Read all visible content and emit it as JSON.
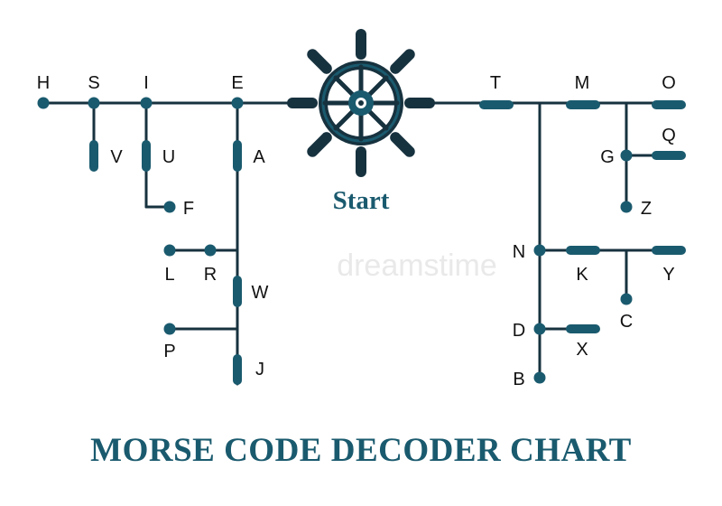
{
  "title": "MORSE CODE DECODER CHART",
  "start_label": "Start",
  "watermark": "dreamstime",
  "colors": {
    "accent": "#1a5a6e",
    "line": "#17323f",
    "text": "#111111"
  },
  "icons": {
    "start": "ship-wheel-icon"
  },
  "letters": [
    {
      "letter": "H",
      "code": "...."
    },
    {
      "letter": "S",
      "code": "..."
    },
    {
      "letter": "I",
      "code": ".."
    },
    {
      "letter": "E",
      "code": "."
    },
    {
      "letter": "V",
      "code": "...-"
    },
    {
      "letter": "U",
      "code": "..-"
    },
    {
      "letter": "F",
      "code": "..-."
    },
    {
      "letter": "A",
      "code": ".-"
    },
    {
      "letter": "L",
      "code": ".-.."
    },
    {
      "letter": "R",
      "code": ".-."
    },
    {
      "letter": "W",
      "code": ".--"
    },
    {
      "letter": "P",
      "code": ".--."
    },
    {
      "letter": "J",
      "code": ".---"
    },
    {
      "letter": "T",
      "code": "-"
    },
    {
      "letter": "M",
      "code": "--"
    },
    {
      "letter": "O",
      "code": "---"
    },
    {
      "letter": "G",
      "code": "--."
    },
    {
      "letter": "Q",
      "code": "--.-"
    },
    {
      "letter": "Z",
      "code": "--.."
    },
    {
      "letter": "N",
      "code": "-."
    },
    {
      "letter": "K",
      "code": "-.-"
    },
    {
      "letter": "Y",
      "code": "-.--"
    },
    {
      "letter": "C",
      "code": "-.-."
    },
    {
      "letter": "D",
      "code": "-.."
    },
    {
      "letter": "X",
      "code": "-..-"
    },
    {
      "letter": "B",
      "code": "-..."
    }
  ]
}
